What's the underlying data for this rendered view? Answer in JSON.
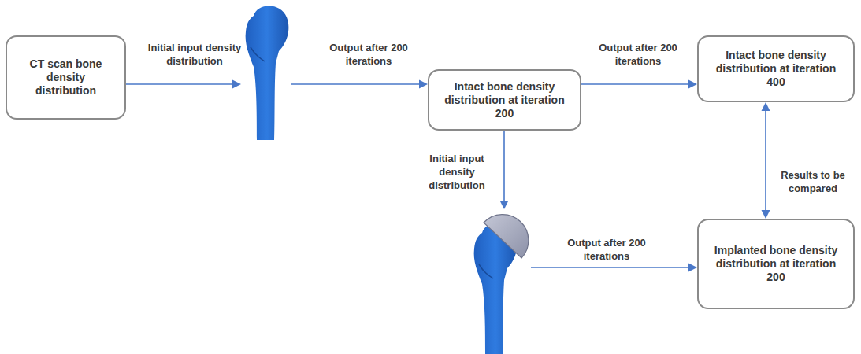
{
  "diagram": {
    "nodes": [
      {
        "text": [
          "CT scan bone density distribution"
        ]
      },
      {
        "text": [
          "Intact bone density distribution at iteration 200"
        ]
      },
      {
        "text": [
          "Intact bone density distribution at iteration 400"
        ]
      },
      {
        "text": [
          "Implanted bone density distribution at iteration 200"
        ]
      }
    ],
    "edges": [
      {
        "from": 0,
        "to": 1,
        "label": "Initial input density distribution",
        "arrow": "to"
      },
      {
        "from": 1,
        "to": 2,
        "label": "Output after 200 iterations",
        "arrow": "to"
      },
      {
        "from": 1,
        "to": 3,
        "label": "Initial input density distribution",
        "arrow": "to"
      },
      {
        "from": 2,
        "to": 3,
        "label": "Results to be compared",
        "arrow": "both"
      }
    ],
    "labels": [
      "Output after 200 iterations",
      "Output after 200 iterations"
    ]
  }
}
